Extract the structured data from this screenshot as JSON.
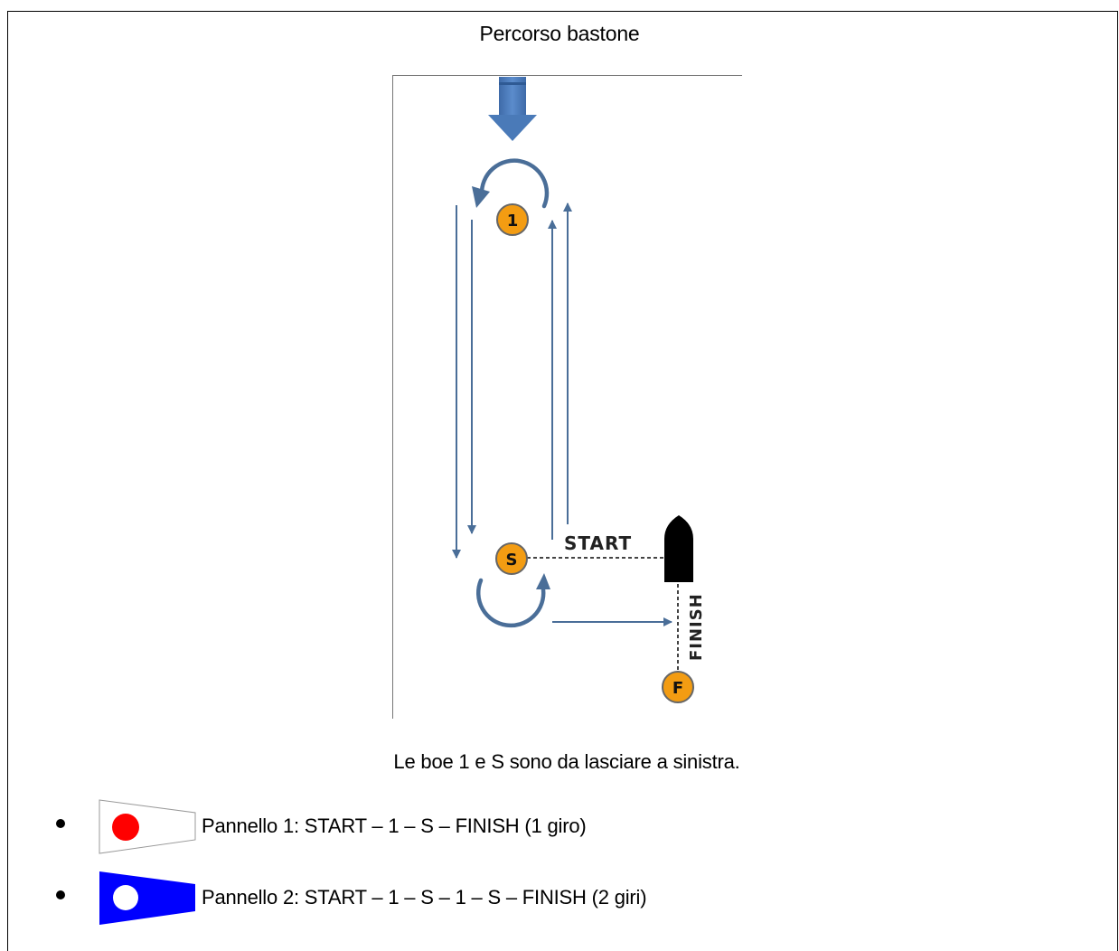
{
  "title": "Percorso bastone",
  "diagram": {
    "marks": {
      "mark_1": "1",
      "mark_s": "S",
      "mark_f": "F"
    },
    "labels": {
      "start": "START",
      "finish": "FINISH"
    },
    "colors": {
      "wind_arrow": "#4a7ab8",
      "course_arrows": "#4a6e98",
      "buoy_fill": "#f39c12",
      "boat": "#000000"
    }
  },
  "note": "Le boe 1 e S sono da lasciare a sinistra.",
  "panels": [
    {
      "text": "Pannello 1: START – 1 – S – FINISH (1 giro)",
      "flag_icon": "white-pennant-red-dot-icon",
      "flag_color": "#ffffff",
      "dot_color": "#ff0000"
    },
    {
      "text": "Pannello 2: START – 1 – S – 1 – S – FINISH (2 giri)",
      "flag_icon": "blue-pennant-white-dot-icon",
      "flag_color": "#0000ff",
      "dot_color": "#ffffff"
    }
  ]
}
